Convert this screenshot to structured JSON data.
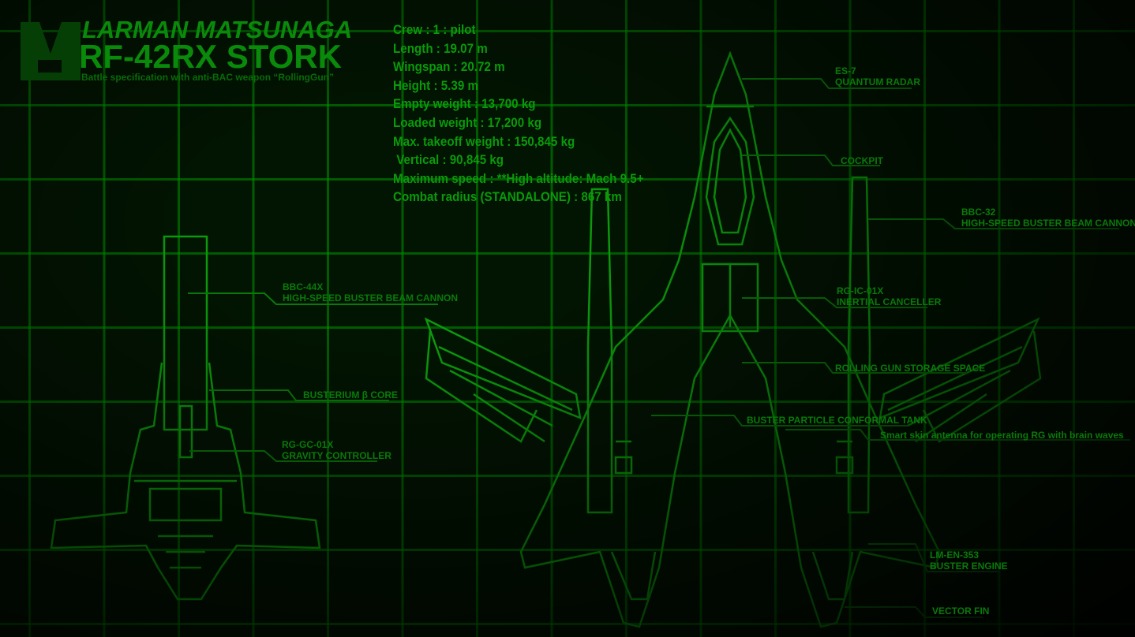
{
  "header": {
    "brand": "LARMAN MATSUNAGA",
    "title": "RF-42RX STORK",
    "subtitle": "Battle specification with anti-BAC weapon “RollingGun”",
    "logo_letters": "LM"
  },
  "specs": [
    "Crew : 1 : pilot",
    "Length : 19.07 m",
    "Wingspan : 20.72 m",
    "Height : 5.39 m",
    "Empty weight : 13,700 kg",
    "Loaded weight : 17,200 kg",
    "Max. takeoff weight : 150,845 kg",
    " Vertical : 90,845 kg",
    "Maximum speed : **High altitude: Mach 9.5+",
    "Combat radius (STANDALONE) : 867 km"
  ],
  "labels": {
    "es7": {
      "code": "ES-7",
      "name": "QUANTUM RADAR"
    },
    "cockpit": {
      "name": "COCKPIT"
    },
    "bbc32": {
      "code": "BBC-32",
      "name": "HIGH-SPEED BUSTER BEAM CANNON"
    },
    "rgic": {
      "code": "RG-IC-01X",
      "name": "INERTIAL CANCELLER"
    },
    "rgstore": {
      "name": "ROLLING GUN STORAGE SPACE"
    },
    "tank": {
      "name": "BUSTER PARTICLE CONFORMAL TANK"
    },
    "antenna": {
      "name": "Smart skin antenna for operating RG with brain waves"
    },
    "engine": {
      "code": "LM-EN-353",
      "name": "BUSTER ENGINE"
    },
    "fin": {
      "name": "VECTOR FIN"
    },
    "bbc44": {
      "code": "BBC-44X",
      "name": "HIGH-SPEED BUSTER BEAM CANNON"
    },
    "core": {
      "name": "BUSTERIUM β CORE"
    },
    "rggc": {
      "code": "RG-GC-01X",
      "name": "GRAVITY CONTROLLER"
    }
  }
}
